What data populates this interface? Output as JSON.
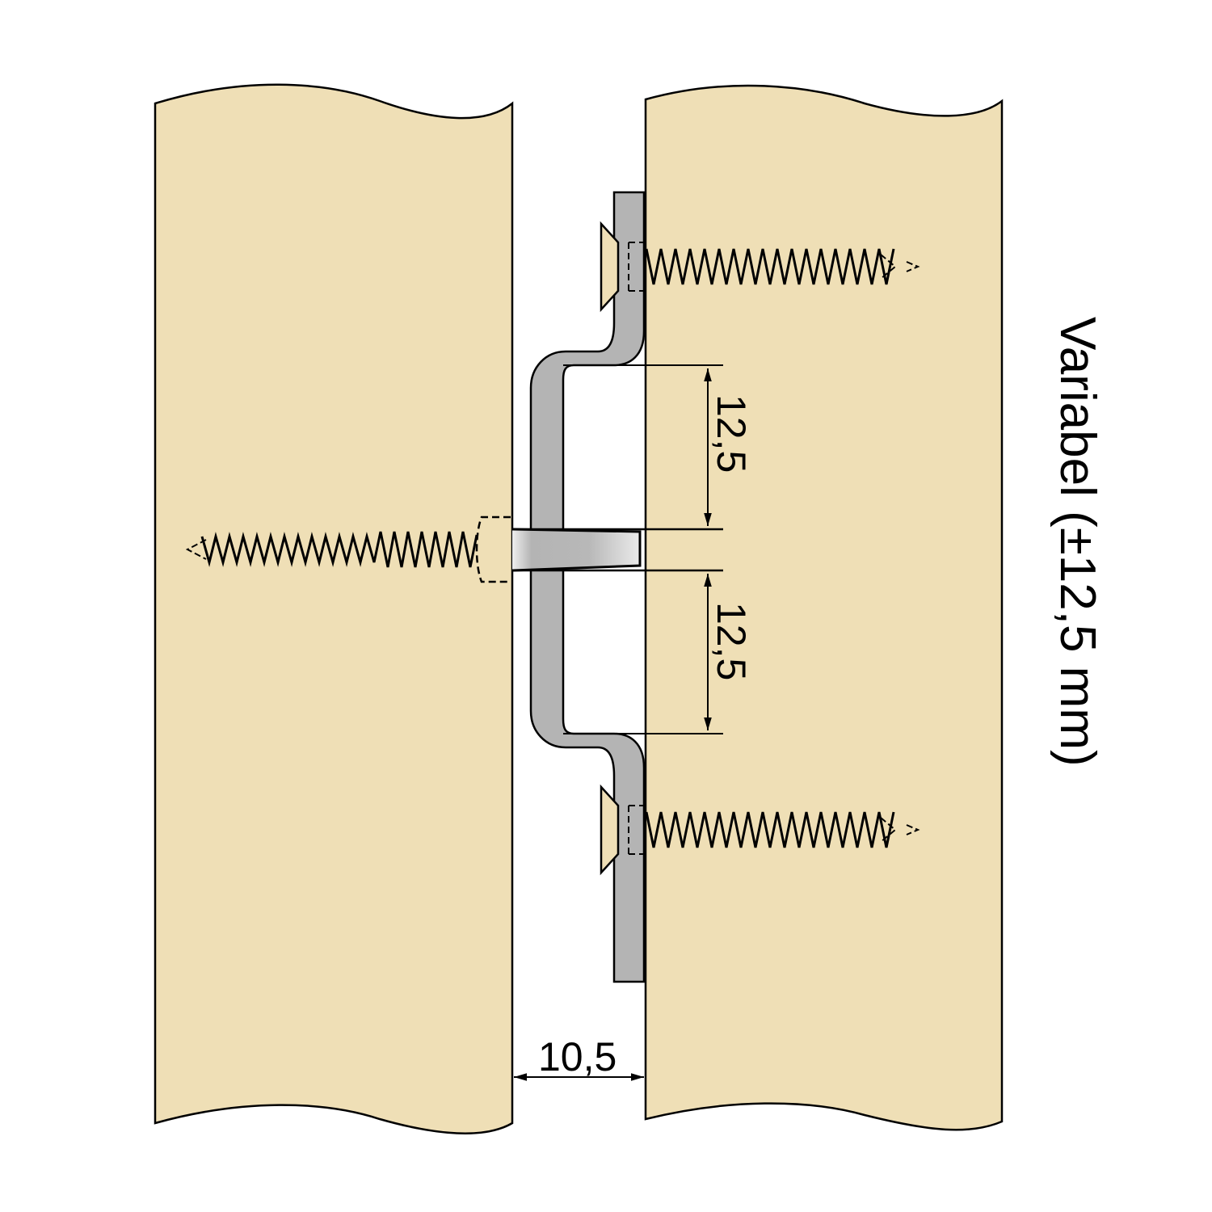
{
  "colors": {
    "wood": "#efdfb6",
    "bracket": "#b4b4b4",
    "line": "#000000"
  },
  "dimensions": {
    "upper_travel": "12,5",
    "lower_travel": "12,5",
    "gap": "10,5"
  },
  "label_variable": "Variabel (±12,5 mm)"
}
